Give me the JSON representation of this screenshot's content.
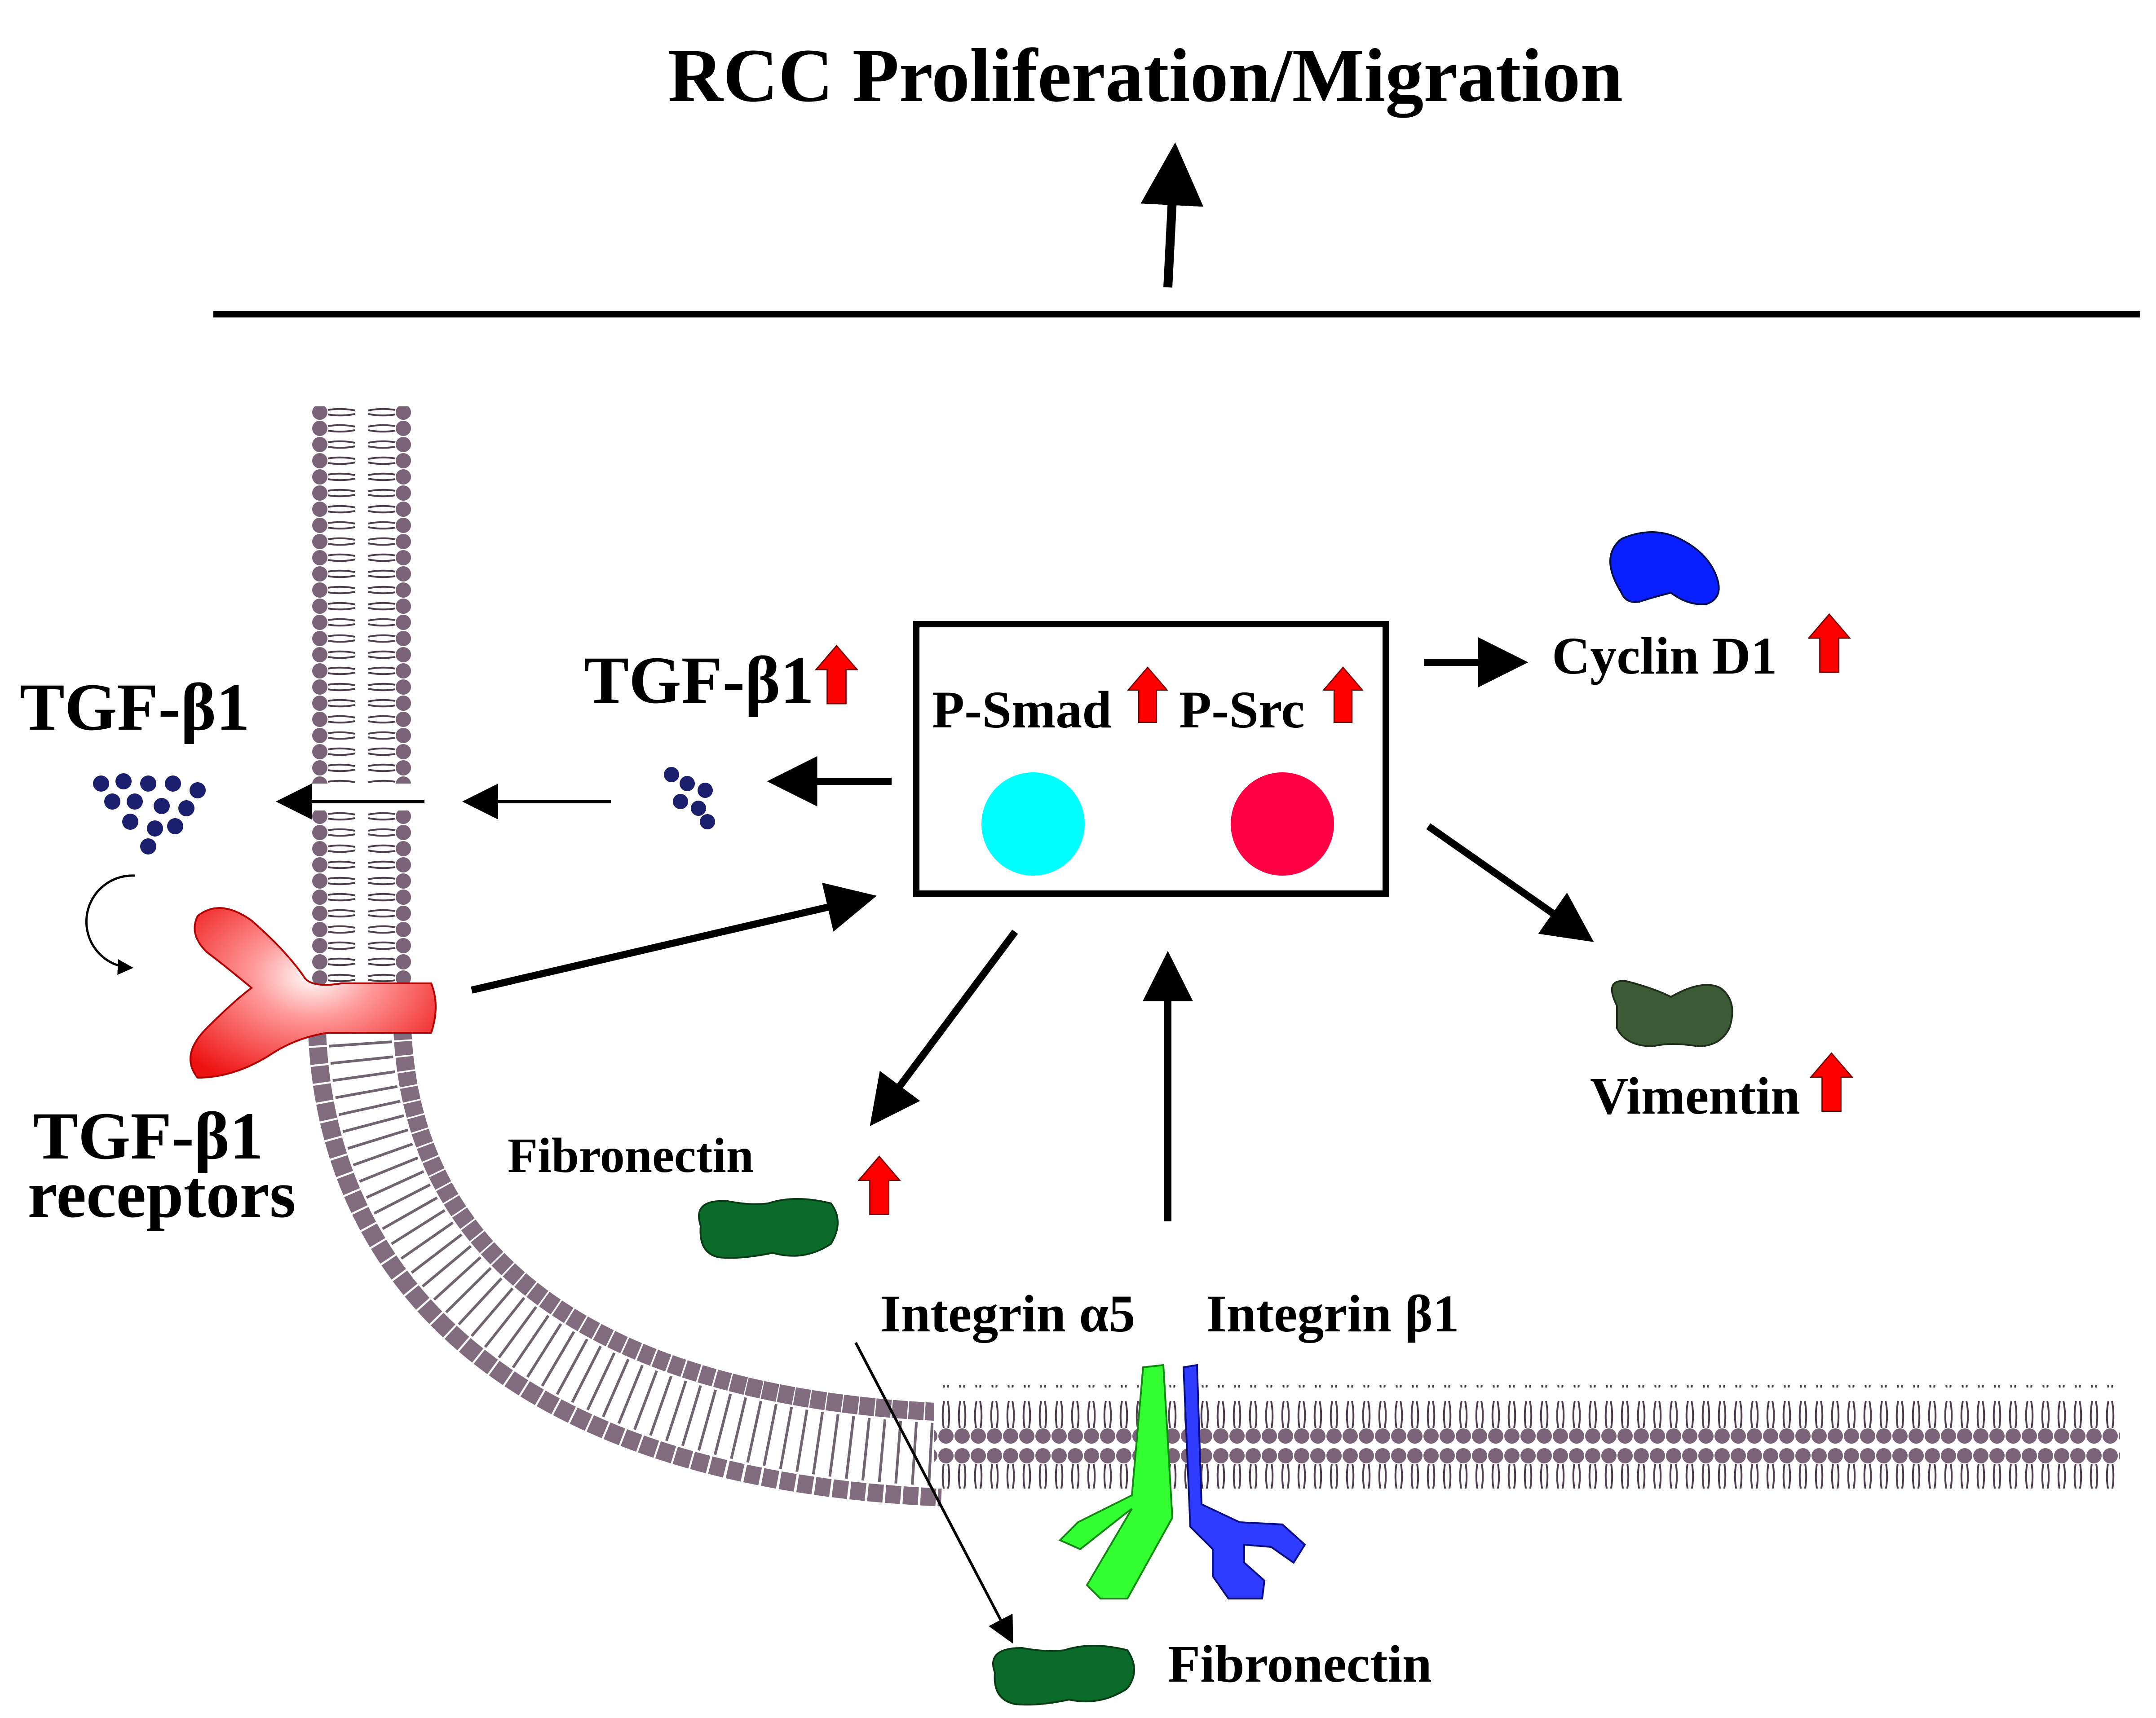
{
  "title": "RCC Proliferation/Migration",
  "labels": {
    "tgf_outside": "TGF-β1",
    "tgf_receptors_line1": "TGF-β1",
    "tgf_receptors_line2": "receptors",
    "tgf_inside": "TGF-β1",
    "p_smad": "P-Smad",
    "p_src": "P-Src",
    "cyclin": "Cyclin D1",
    "vimentin": "Vimentin",
    "fibronectin_inside": "Fibronectin",
    "integrin_a5": "Integrin α5",
    "integrin_b1": "Integrin β1",
    "fibronectin_outside": "Fibronectin"
  },
  "colors": {
    "membrane": "#7a6378",
    "membrane_dark": "#4e3d4c",
    "up_arrow": "#ff0000",
    "tgf_dot": "#1b1f6e",
    "smad": "#00ffff",
    "src": "#ff0044",
    "cyclin": "#0a1fff",
    "vimentin": "#3c5a36",
    "fibronectin": "#0c6b2a",
    "integrin_a5": "#33ff33",
    "integrin_b1": "#2f3cff",
    "receptor": "#ff2020"
  }
}
